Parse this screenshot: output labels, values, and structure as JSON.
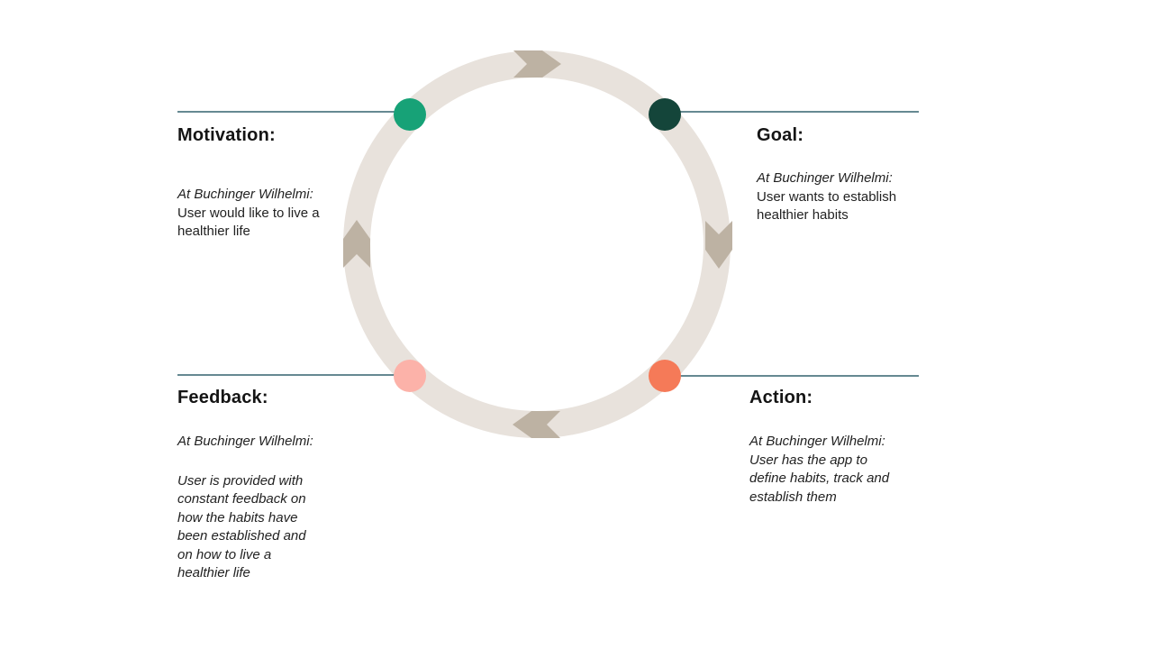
{
  "colors": {
    "background": "#ffffff",
    "ring": "#e8e2dc",
    "arrow": "#bdb2a3",
    "callout_line": "#33626e",
    "heading_text": "#141414",
    "body_text": "#222222",
    "dot_motivation": "#17a277",
    "dot_goal": "#14453a",
    "dot_feedback": "#fcb2a9",
    "dot_action": "#f57a58"
  },
  "sections": {
    "motivation": {
      "title": "Motivation:",
      "context": "At Buchinger Wilhelmi:",
      "body": "User would like to live a healthier life"
    },
    "goal": {
      "title": "Goal:",
      "context": "At Buchinger Wilhelmi:",
      "body": "User wants to establish healthier habits"
    },
    "feedback": {
      "title": "Feedback:",
      "context": "At Buchinger Wilhelmi:",
      "body": "User is provided with constant feedback on how the habits have been established and on how to live a healthier life"
    },
    "action": {
      "title": "Action:",
      "context": "At Buchinger Wilhelmi:",
      "body": "User has the app to define habits, track and establish them"
    }
  }
}
